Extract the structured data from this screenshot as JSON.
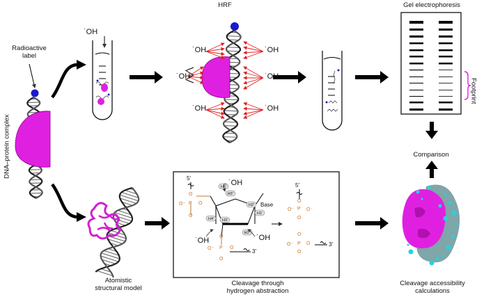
{
  "labels": {
    "hrf": "HRF",
    "gel": "Gel electrophoresis",
    "footprint": "Footprint",
    "comparison": "Comparison",
    "radioactive_line1": "Radioactive",
    "radioactive_line2": "label",
    "complex": "DNA–protein complex",
    "atomistic_line1": "Atomistic",
    "atomistic_line2": "structural model",
    "cleavage_line1": "Cleavage through",
    "cleavage_line2": "hydrogen abstraction",
    "accessibility_line1": "Cleavage accessibility",
    "accessibility_line2": "calculations"
  },
  "chem": {
    "oh": "˙OH",
    "five_prime": "5′",
    "three_prime": "3′",
    "base": "Base",
    "h_labels": [
      "H5′",
      "H5″",
      "H4′",
      "H3′",
      "H2′",
      "H1′",
      "H2″"
    ],
    "o": "O",
    "p": "P",
    "o_minus": "O⁻"
  },
  "colors": {
    "protein": "#e020e0",
    "label_dot": "#1a1acc",
    "radical_arrows": "#e02020",
    "arrows": "#000000",
    "phosphate": "#c8742a"
  }
}
